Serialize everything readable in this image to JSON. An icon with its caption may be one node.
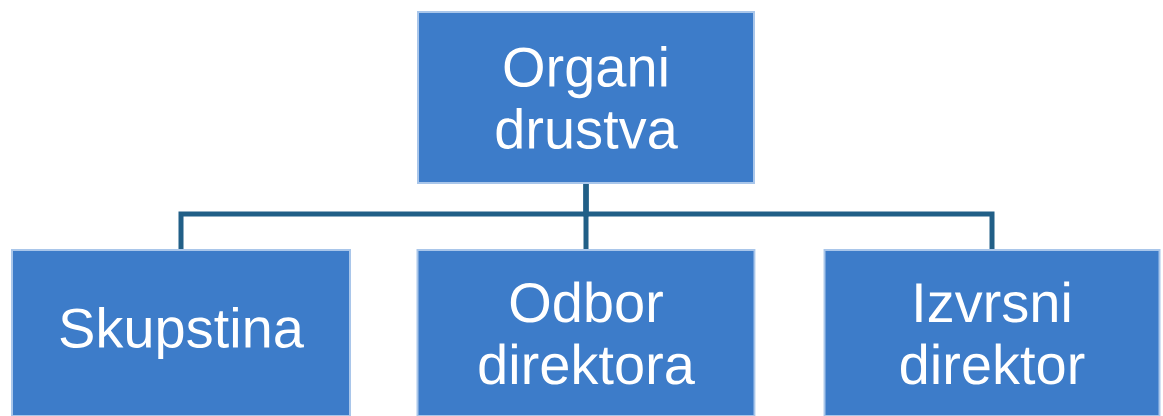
{
  "diagram": {
    "nodes": [
      {
        "text": [
          "Organi drustva"
        ]
      },
      {
        "text": [
          "Skupstina"
        ]
      },
      {
        "text": [
          "Odbor direktora"
        ]
      },
      {
        "text": [
          "Izvrsni direktor"
        ]
      }
    ],
    "edges": [
      {
        "from": 0,
        "to": 1,
        "arrow": "none"
      },
      {
        "from": 0,
        "to": 2,
        "arrow": "none"
      },
      {
        "from": 0,
        "to": 3,
        "arrow": "none"
      }
    ]
  }
}
